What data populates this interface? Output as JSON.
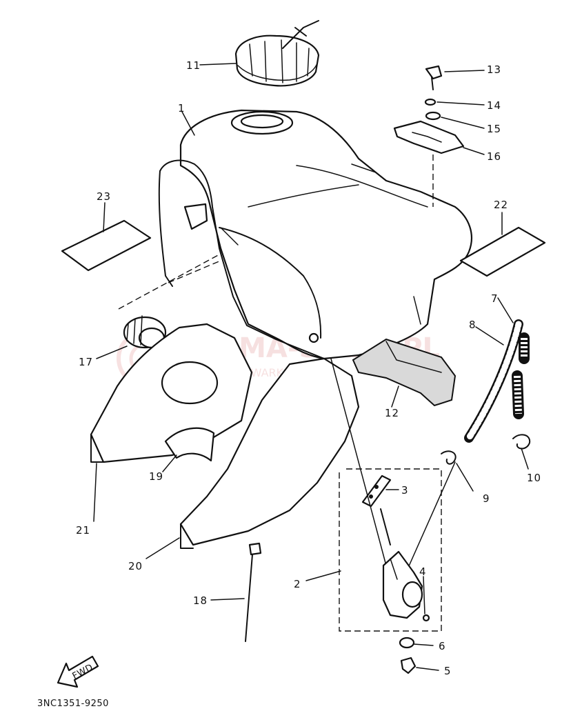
{
  "diagram": {
    "part_code": "3NC1351-9250",
    "direction_badge": "FWD",
    "watermark": {
      "brand": "YAMA-SKLEP.PL",
      "tagline": "WYSZUKIWARKA CZĘŚCI"
    },
    "callouts": [
      {
        "id": "1",
        "label": "1"
      },
      {
        "id": "2",
        "label": "2"
      },
      {
        "id": "3",
        "label": "3"
      },
      {
        "id": "4",
        "label": "4"
      },
      {
        "id": "5",
        "label": "5"
      },
      {
        "id": "6",
        "label": "6"
      },
      {
        "id": "7",
        "label": "7"
      },
      {
        "id": "8",
        "label": "8"
      },
      {
        "id": "9",
        "label": "9"
      },
      {
        "id": "10",
        "label": "10"
      },
      {
        "id": "11",
        "label": "11"
      },
      {
        "id": "12",
        "label": "12"
      },
      {
        "id": "13",
        "label": "13"
      },
      {
        "id": "14",
        "label": "14"
      },
      {
        "id": "15",
        "label": "15"
      },
      {
        "id": "16",
        "label": "16"
      },
      {
        "id": "17",
        "label": "17"
      },
      {
        "id": "18",
        "label": "18"
      },
      {
        "id": "19",
        "label": "19"
      },
      {
        "id": "20",
        "label": "20"
      },
      {
        "id": "21",
        "label": "21"
      },
      {
        "id": "22",
        "label": "22"
      },
      {
        "id": "23",
        "label": "23"
      }
    ]
  }
}
